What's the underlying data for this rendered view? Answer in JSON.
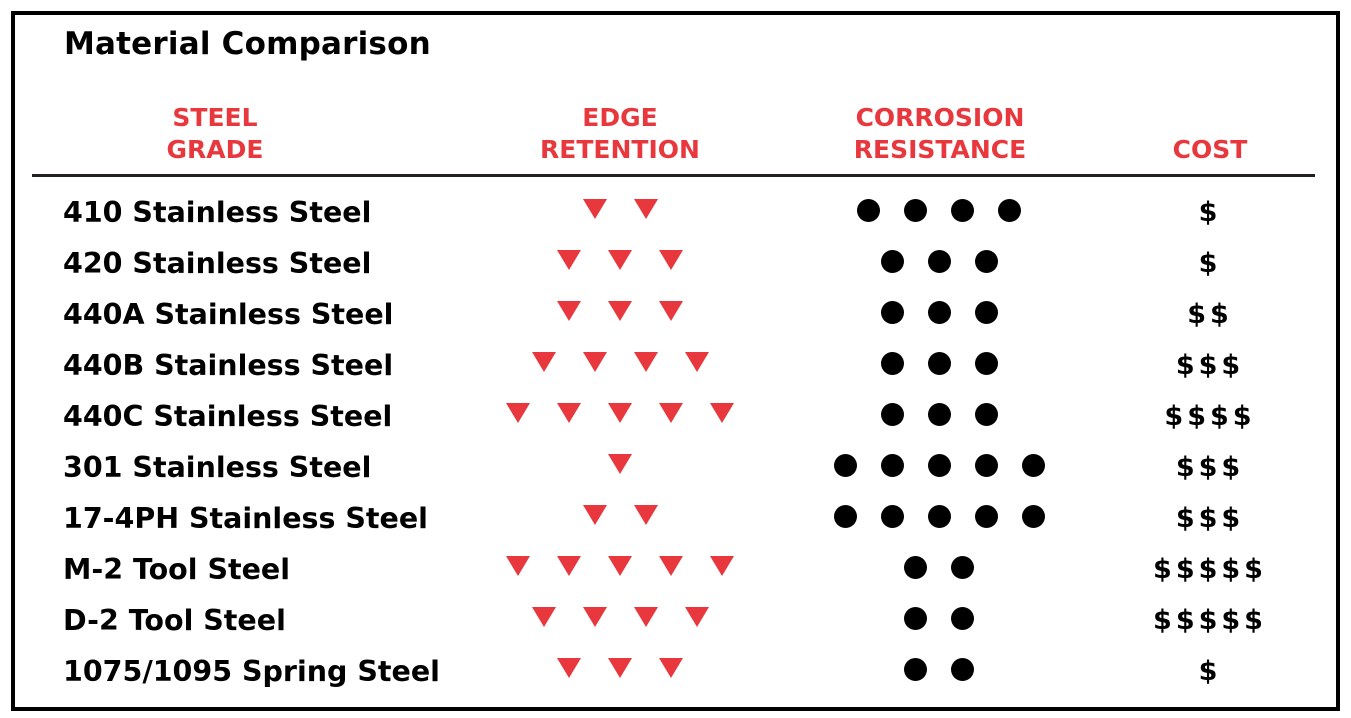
{
  "title": "Material Comparison",
  "headers": {
    "grade": [
      "STEEL",
      "GRADE"
    ],
    "edge": [
      "EDGE",
      "RETENTION"
    ],
    "corrosion": [
      "CORROSION",
      "RESISTANCE"
    ],
    "cost": "COST"
  },
  "colors": {
    "accent": "#e8383d",
    "text": "#000000",
    "rule": "#231f20"
  },
  "icons": {
    "edge": "triangle-down-icon",
    "corrosion": "circle-icon"
  },
  "rows": [
    {
      "label": "410 Stainless Steel",
      "edge": 2,
      "corrosion": 4,
      "cost": "$"
    },
    {
      "label": "420 Stainless Steel",
      "edge": 3,
      "corrosion": 3,
      "cost": "$"
    },
    {
      "label": "440A Stainless Steel",
      "edge": 3,
      "corrosion": 3,
      "cost": "$$"
    },
    {
      "label": "440B Stainless Steel",
      "edge": 4,
      "corrosion": 3,
      "cost": "$$$"
    },
    {
      "label": "440C Stainless Steel",
      "edge": 5,
      "corrosion": 3,
      "cost": "$$$$"
    },
    {
      "label": "301 Stainless Steel",
      "edge": 1,
      "corrosion": 5,
      "cost": "$$$"
    },
    {
      "label": "17-4PH Stainless Steel",
      "edge": 2,
      "corrosion": 5,
      "cost": "$$$"
    },
    {
      "label": "M-2 Tool Steel",
      "edge": 5,
      "corrosion": 2,
      "cost": "$$$$$"
    },
    {
      "label": "D-2 Tool Steel",
      "edge": 4,
      "corrosion": 2,
      "cost": "$$$$$"
    },
    {
      "label": "1075/1095 Spring Steel",
      "edge": 3,
      "corrosion": 2,
      "cost": "$"
    }
  ]
}
